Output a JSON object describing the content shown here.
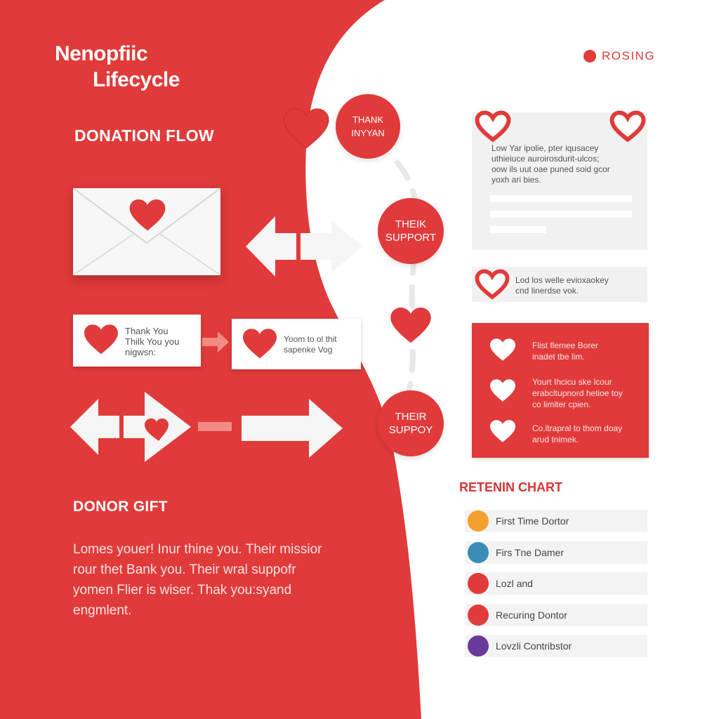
{
  "header": {
    "title_line1": "Nenopfiic",
    "title_line2": "Lifecycle",
    "badge_label": "ROSING",
    "badge_color": "#e03a3a"
  },
  "donation_flow": {
    "heading": "DONATION FLOW",
    "card_thankyou_text": [
      "Thank You",
      "Thilk You you",
      "nigwsn:"
    ],
    "card_support_text": [
      "Yoom to ol thit",
      "sapenke Vog"
    ]
  },
  "donor_gift": {
    "heading": "DONOR GIFT",
    "body": [
      "Lomes youer! Inur thine you. Their missior",
      "rour thet Bank you. Their wral suppofr",
      "yomen Flier is wiser. Thak you:syand",
      "engmlent."
    ]
  },
  "timeline": {
    "step_1": [
      "THANK",
      "INYYAN"
    ],
    "step_2": [
      "THEIK",
      "SUPPORT"
    ],
    "step_3": [
      "THEIR",
      "SUPPOY"
    ]
  },
  "message_panel": {
    "text": [
      "Low Yar ipolie, pter iqusacey",
      "uthieiuce auroirosdurit-ulcos;",
      "oow ils uut oae puned soid gcor",
      "yoxh ari bies."
    ]
  },
  "note_panel": {
    "text": [
      "Lod los welle evioxaokey",
      "cnd linerdse vok."
    ]
  },
  "info_panel": {
    "items": [
      [
        "Flist flemee Borer",
        "inadet tbe lim."
      ],
      [
        "Yourt Ihcicu ske lcour",
        "erabcltupnord hetioe toy",
        "co limiter cpien."
      ],
      [
        "Co.ltrapral to thom doay",
        "arud tnimek."
      ]
    ]
  },
  "retention_chart": {
    "heading": "RETENIN CHART",
    "items": [
      {
        "label": "First Time Dortor",
        "color": "#f4a030"
      },
      {
        "label": "Firs Tne Damer",
        "color": "#3b8db8"
      },
      {
        "label": "Lozl and",
        "color": "#e03a3a"
      },
      {
        "label": "Recuring Dontor",
        "color": "#e03a3a"
      },
      {
        "label": "Lovzli Contribstor",
        "color": "#6a3a9a"
      }
    ]
  },
  "colors": {
    "brand_red": "#e03a3a",
    "panel_grey": "#f1f1f1"
  }
}
